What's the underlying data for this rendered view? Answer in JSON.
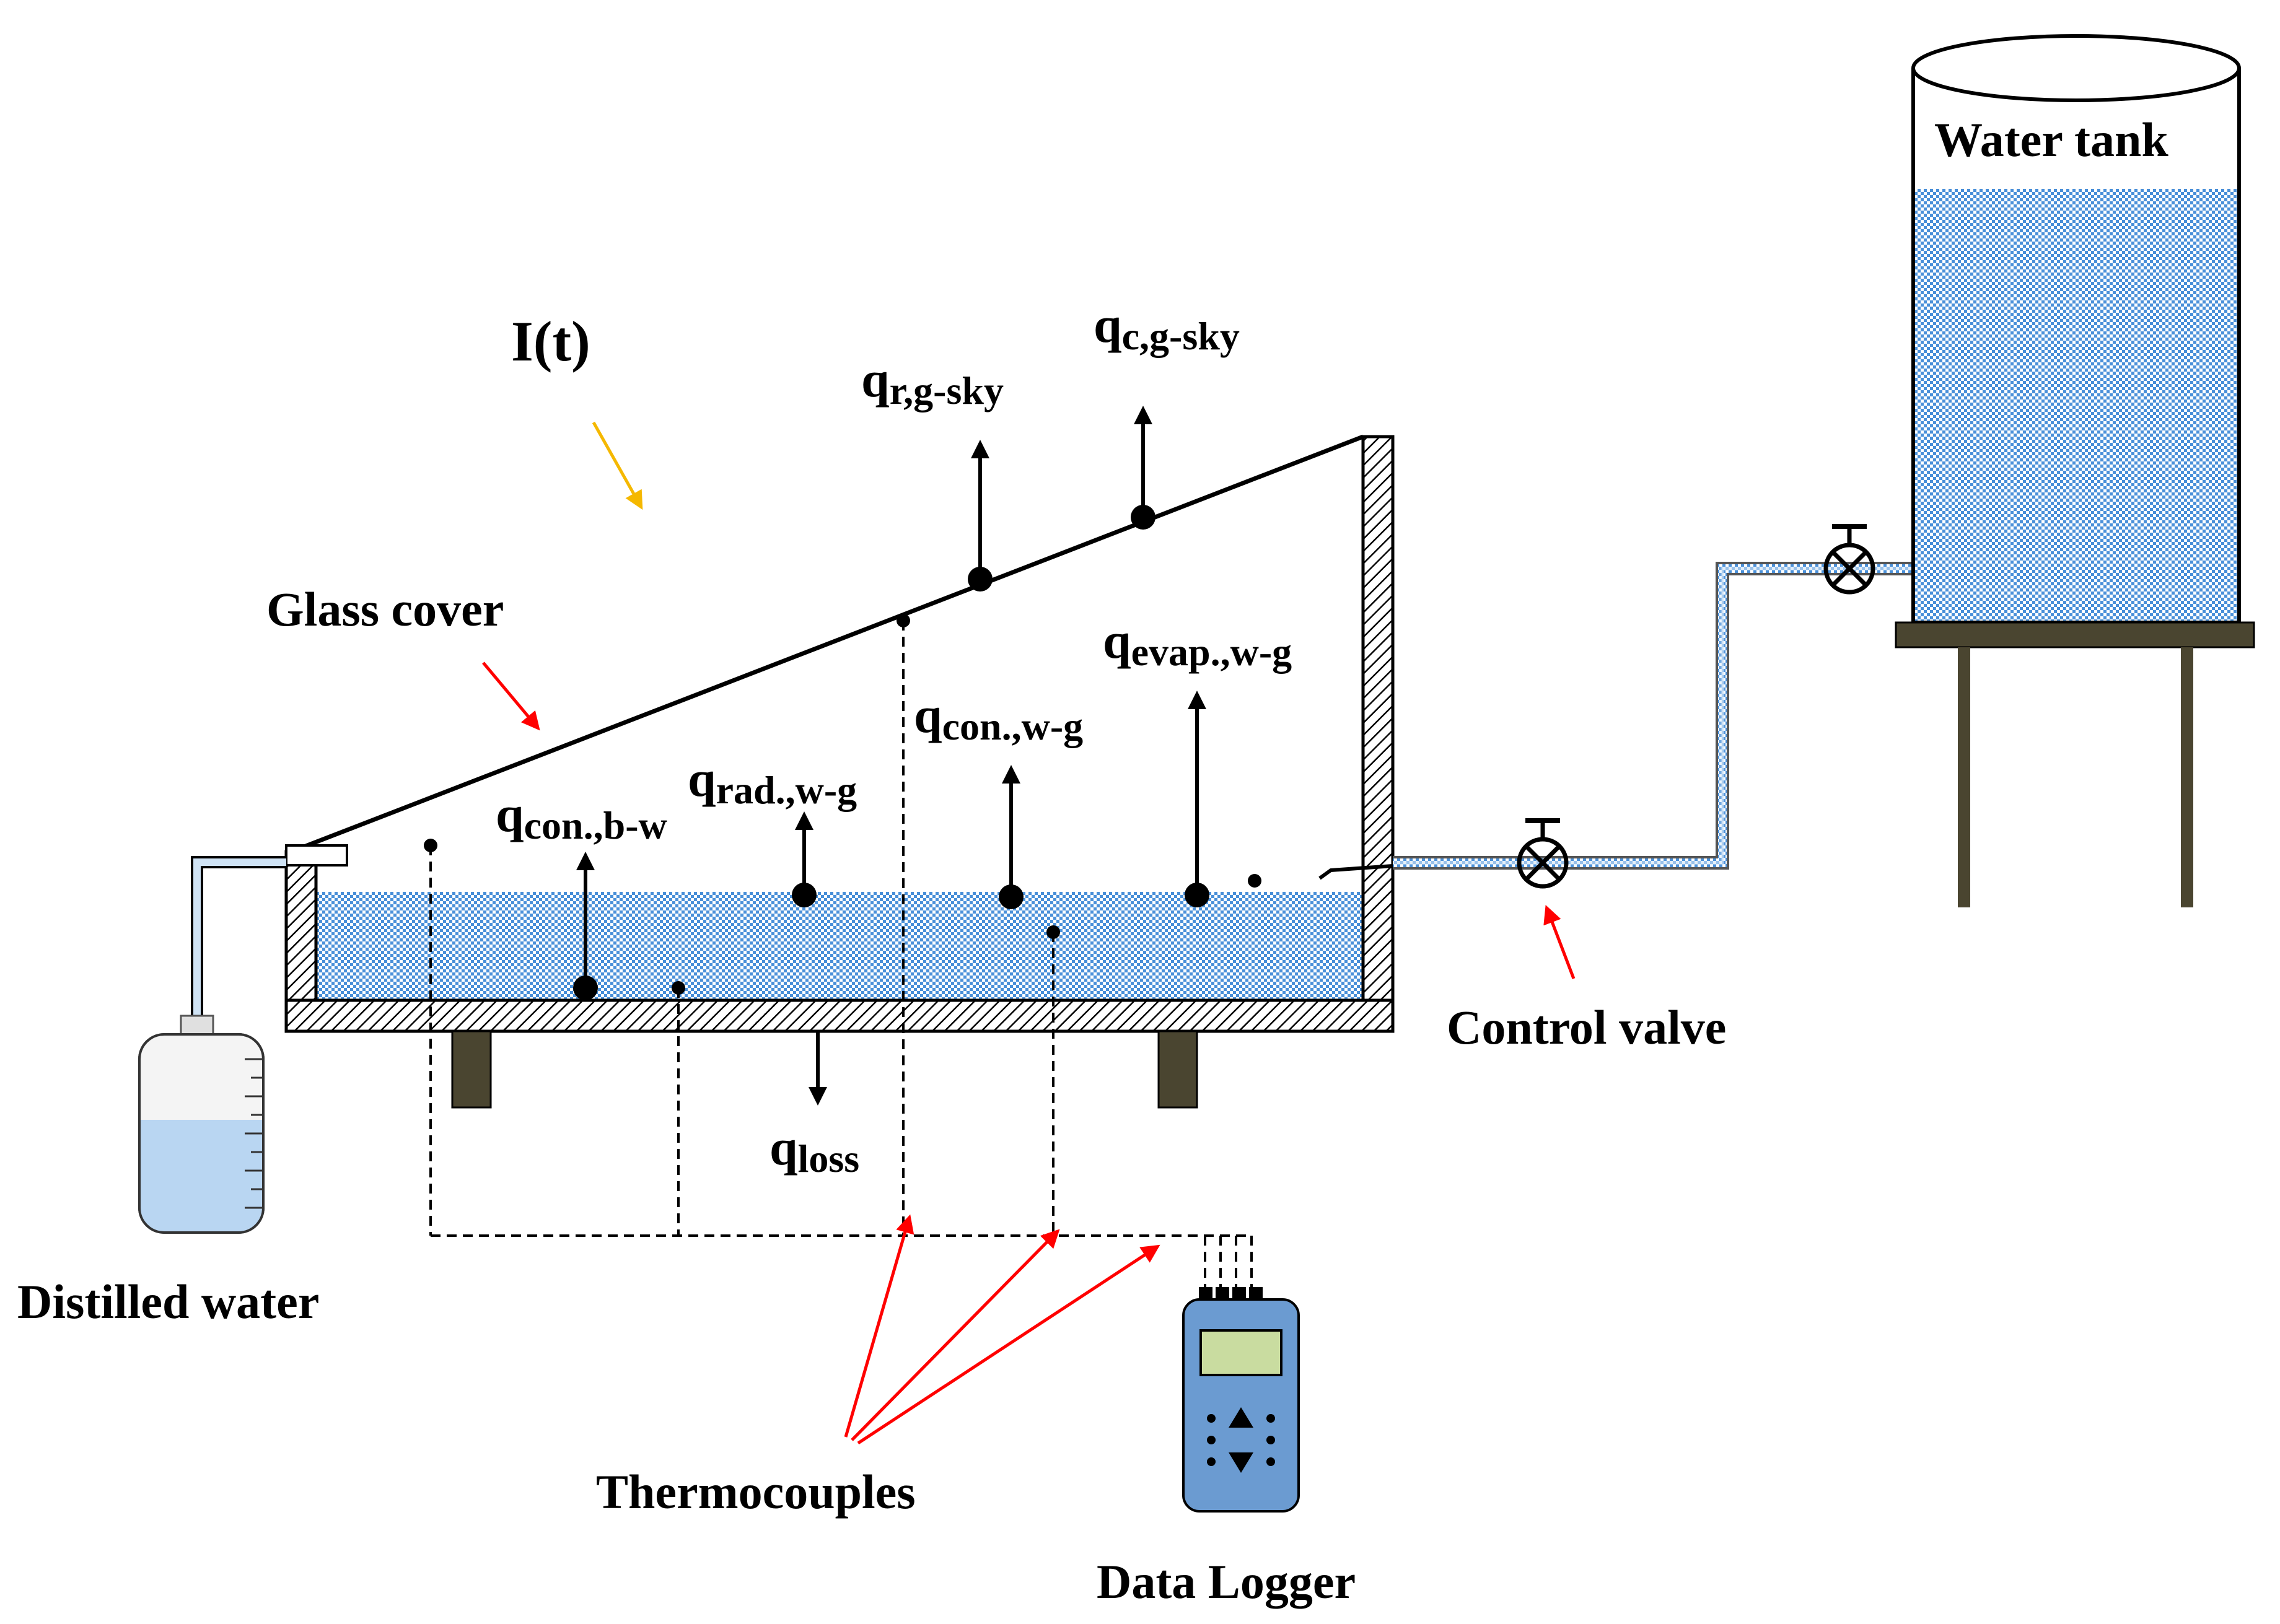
{
  "labels": {
    "irradiance": "I(t)",
    "glass_cover": "Glass cover",
    "water_tank": "Water tank",
    "control_valve": "Control valve",
    "distilled_water": "Distilled water",
    "thermocouples": "Thermocouples",
    "data_logger": "Data Logger"
  },
  "heat_flows": {
    "q_r_sky": {
      "main": "q",
      "sub": "r,g-sky"
    },
    "q_c_sky": {
      "main": "q",
      "sub": "c,g-sky"
    },
    "q_evap": {
      "main": "q",
      "sub": "evap.,w-g"
    },
    "q_con_wg": {
      "main": "q",
      "sub": "con.,w-g"
    },
    "q_rad": {
      "main": "q",
      "sub": "rad.,w-g"
    },
    "q_con_bw": {
      "main": "q",
      "sub": "con.,b-w"
    },
    "q_loss": {
      "main": "q",
      "sub": "loss"
    }
  },
  "colors": {
    "water": "#4a90d9",
    "water_light": "#b9d6f2",
    "leg": "#4a4530",
    "logger": "#6b9bd1",
    "logger_screen": "#c9dca0",
    "pointer_red": "#ff0000",
    "sun_arrow": "#f5b800"
  }
}
